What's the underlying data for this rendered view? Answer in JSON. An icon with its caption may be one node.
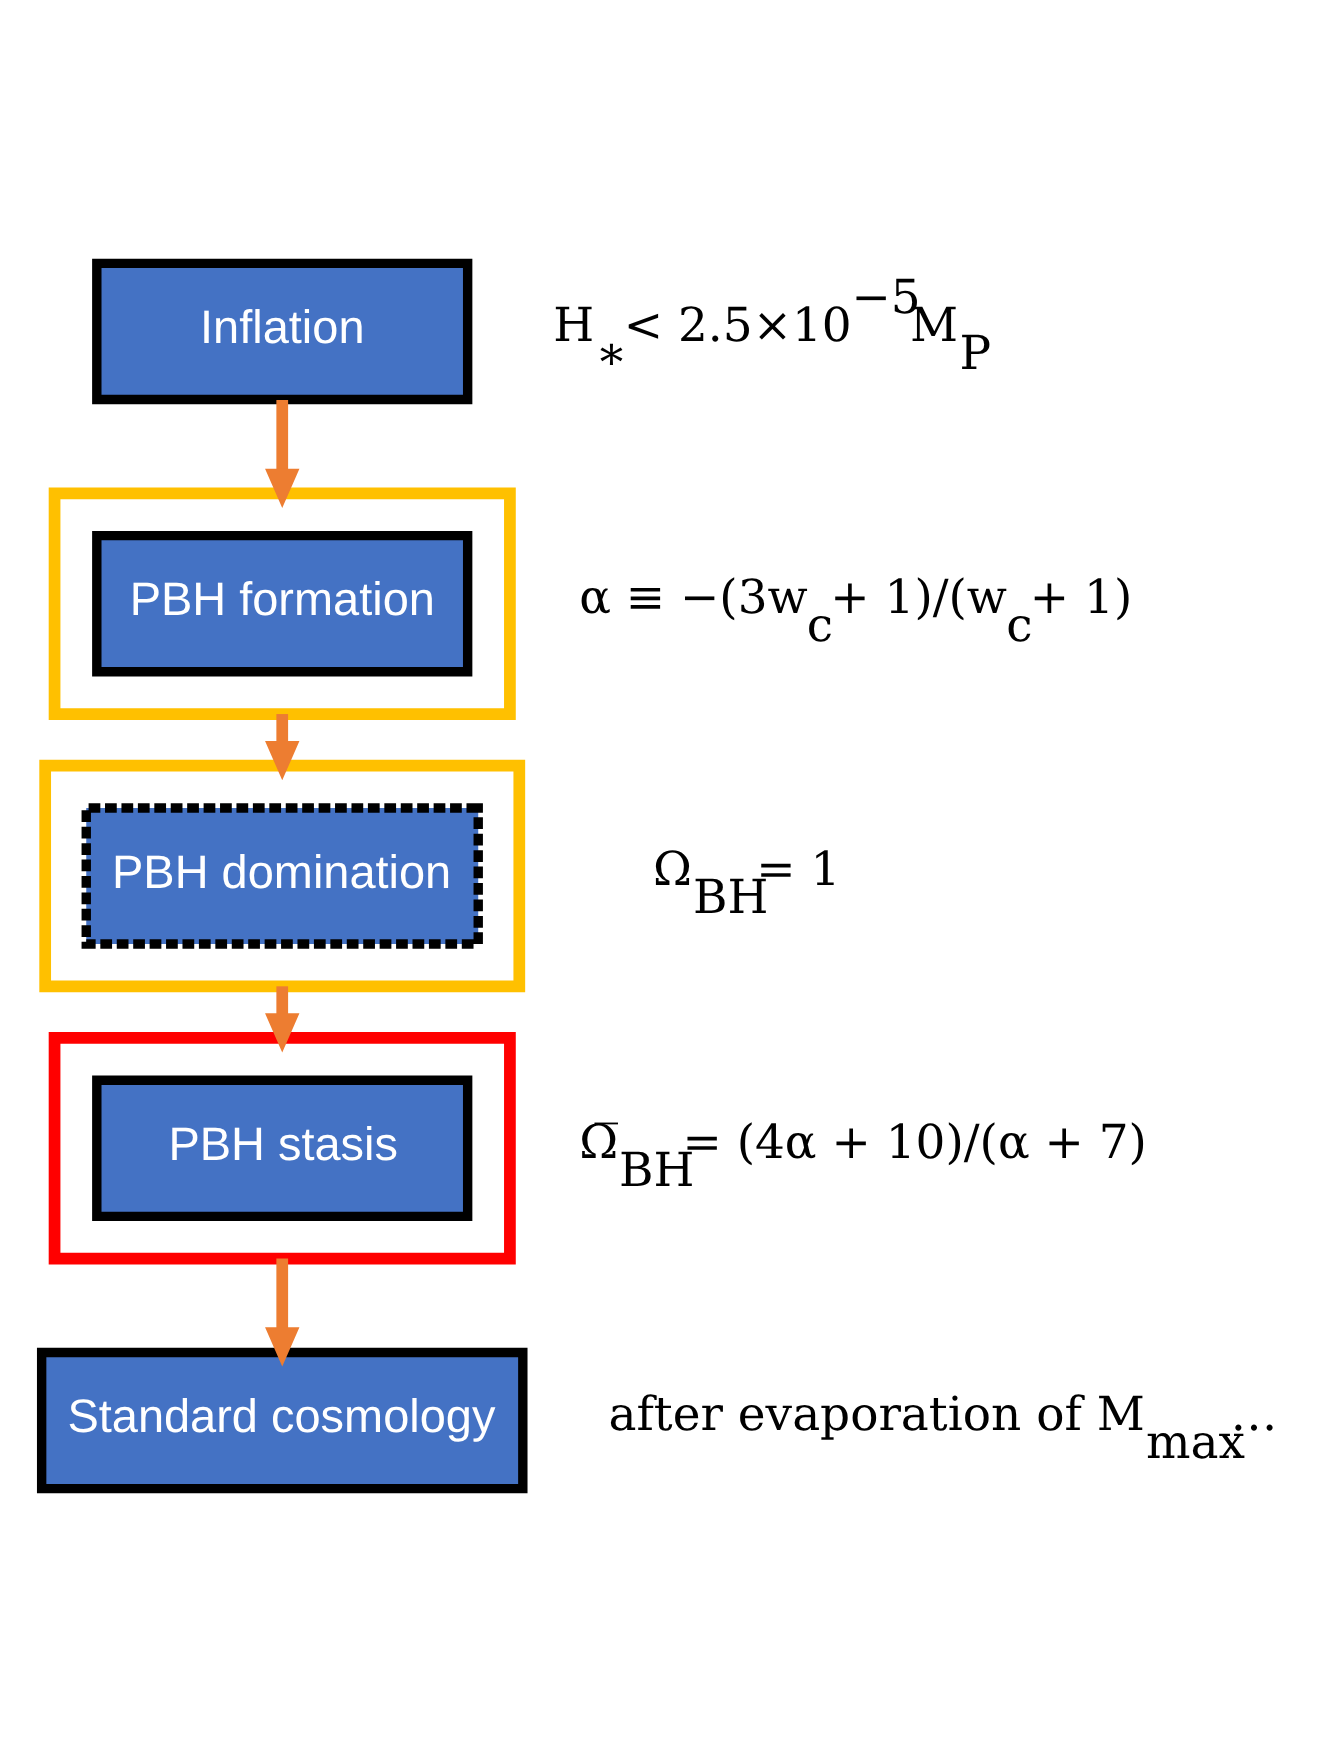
{
  "diagram": {
    "nodes": [
      {
        "text": [
          "Inflation"
        ],
        "beside": [
          "H$_{∗}$< 2.5×10$^{−5}$M$_{P}$"
        ]
      },
      {
        "text": [],
        "shape": "box"
      },
      {
        "text": [
          "PBH formation"
        ],
        "in": 1,
        "beside": [
          "α ≡ −(3w$_{c}$+ 1)/(w$_{c}$+ 1)"
        ]
      },
      {
        "text": [],
        "shape": "box"
      },
      {
        "text": [
          "PBH domination"
        ],
        "in": 3,
        "beside": [
          "Ω$_{BH}$= 1"
        ]
      },
      {
        "text": [],
        "shape": "box"
      },
      {
        "text": [
          "PBH stasis"
        ],
        "in": 5,
        "beside": [
          "Ω̅$_{BH}$= (4α + 10)/(α + 7)"
        ]
      },
      {
        "text": [
          "Standard cosmology"
        ],
        "beside": [
          "after evaporation of M$_{max}$…"
        ]
      }
    ],
    "edges": [
      {
        "from": 0,
        "to": 1,
        "arrow": "to"
      },
      {
        "from": 1,
        "to": 3,
        "arrow": "to"
      },
      {
        "from": 3,
        "to": 5,
        "arrow": "to"
      },
      {
        "from": 5,
        "to": 7,
        "arrow": "to"
      }
    ]
  }
}
